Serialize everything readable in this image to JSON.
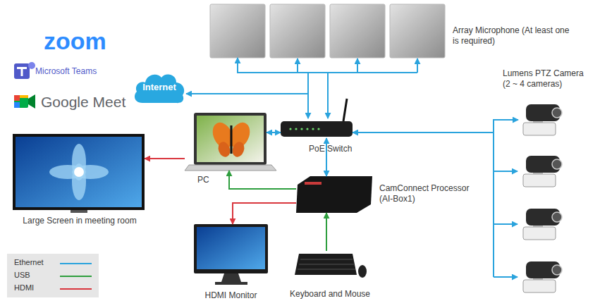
{
  "diagram": {
    "nodes": [
      {
        "text": [
          "Internet"
        ]
      },
      {
        "text": [
          "Array Microphone (At least one is required)"
        ]
      },
      {
        "text": [
          "PC"
        ]
      },
      {
        "text": [
          "PoE Switch"
        ]
      },
      {
        "text": [
          "Large Screen in meeting room"
        ]
      },
      {
        "text": [
          "CamConnect Processor (AI-Box1)"
        ]
      },
      {
        "text": [
          "Lumens PTZ Camera (2 ~ 4 cameras)"
        ]
      },
      {
        "text": [
          "HDMI Monitor"
        ]
      },
      {
        "text": [
          "Keyboard and Mouse"
        ]
      }
    ],
    "edges": [
      {
        "from": 3,
        "to": 0,
        "arrow": "both"
      },
      {
        "from": 3,
        "to": 1,
        "arrow": "both"
      },
      {
        "from": 2,
        "to": 3,
        "arrow": "both"
      },
      {
        "from": 3,
        "to": 5,
        "arrow": "both"
      },
      {
        "from": 3,
        "to": 6,
        "arrow": "both"
      },
      {
        "from": 2,
        "to": 4,
        "arrow": "to"
      },
      {
        "from": 5,
        "to": 2,
        "arrow": "to"
      },
      {
        "from": 5,
        "to": 7,
        "arrow": "to"
      },
      {
        "from": 8,
        "to": 5,
        "arrow": "to"
      }
    ],
    "labels": [
      "zoom",
      "Microsoft Teams",
      "Google Meet"
    ],
    "legend": [
      {
        "text": "Ethernet"
      },
      {
        "text": "USB"
      },
      {
        "text": "HDMI"
      }
    ]
  }
}
